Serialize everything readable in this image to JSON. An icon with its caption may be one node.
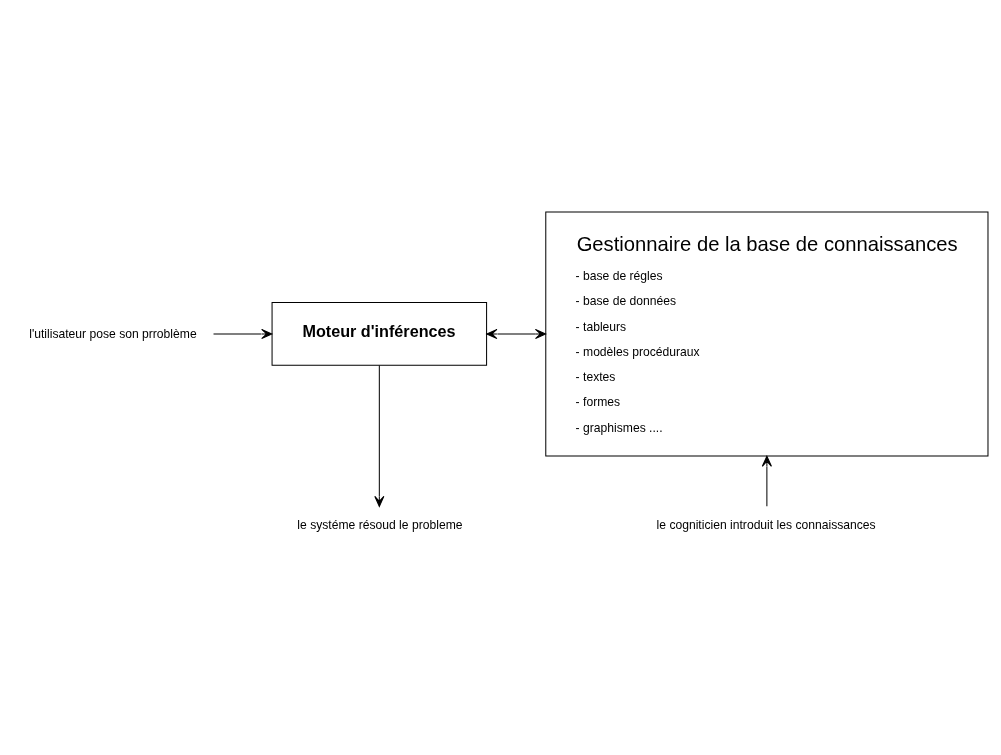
{
  "diagram": {
    "nodes": [
      {
        "text": [
          "Moteur d'inférences"
        ]
      },
      {
        "text": [
          "Gestionnaire de la base de connaissances",
          "- base de régles",
          "- base de données",
          "- tableurs",
          "- modèles procéduraux",
          "- textes",
          "- formes",
          "- graphismes ...."
        ]
      },
      {
        "text": [
          "l'utilisateur pose son prroblème"
        ]
      },
      {
        "text": [
          "le systéme résoud le probleme"
        ]
      },
      {
        "text": [
          "le cogniticien introduit les connaissances"
        ]
      }
    ],
    "edges": [
      {
        "from": 2,
        "to": 0,
        "arrow": "to"
      },
      {
        "from": 0,
        "to": 1,
        "arrow": "both"
      },
      {
        "from": 0,
        "to": 3,
        "arrow": "to"
      },
      {
        "from": 4,
        "to": 1,
        "arrow": "to"
      }
    ]
  }
}
